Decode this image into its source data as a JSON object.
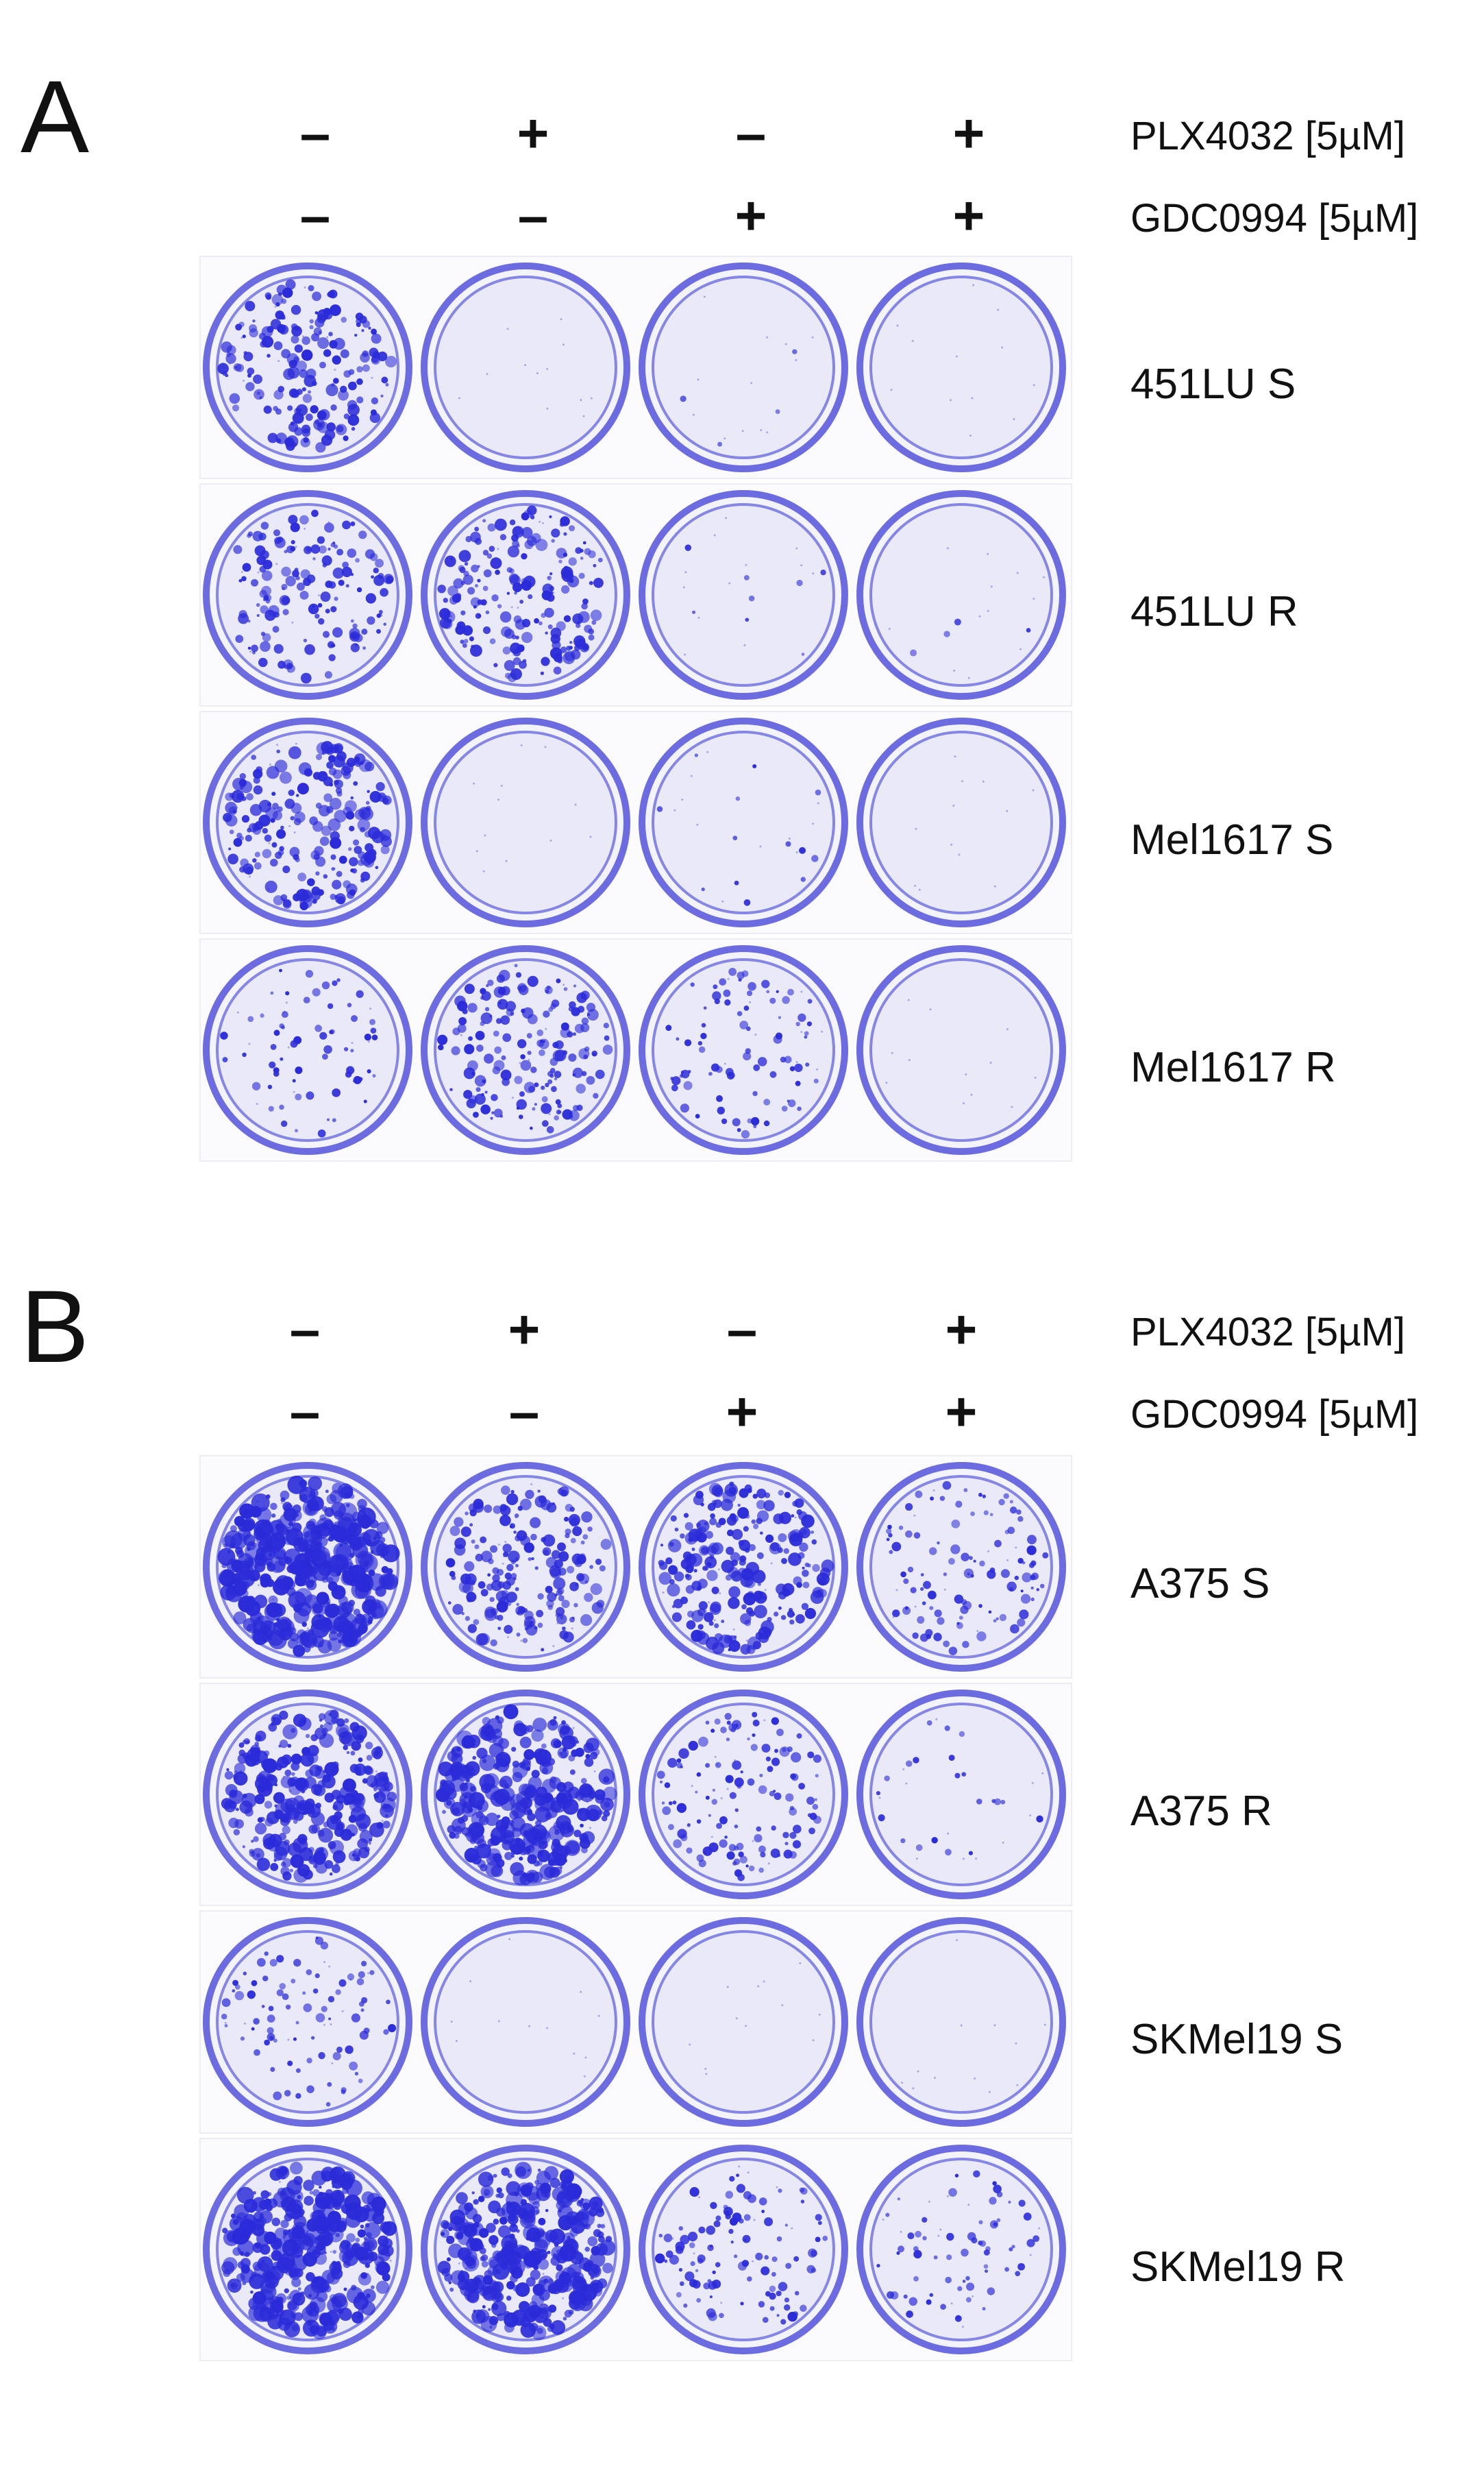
{
  "figure": {
    "panels": [
      {
        "letter": "A",
        "treatments": [
          {
            "label": "PLX4032 [5µM]",
            "signs": [
              "–",
              "+",
              "–",
              "+"
            ]
          },
          {
            "label": "GDC0994 [5µM]",
            "signs": [
              "–",
              "–",
              "+",
              "+"
            ]
          }
        ],
        "rows": [
          {
            "label": "451LU S",
            "colony_density": [
              0.45,
              0.0,
              0.01,
              0.0
            ]
          },
          {
            "label": "451LU R",
            "colony_density": [
              0.35,
              0.45,
              0.02,
              0.01
            ]
          },
          {
            "label": "Mel1617 S",
            "colony_density": [
              0.5,
              0.0,
              0.03,
              0.0
            ]
          },
          {
            "label": "Mel1617 R",
            "colony_density": [
              0.15,
              0.4,
              0.2,
              0.0
            ]
          }
        ]
      },
      {
        "letter": "B",
        "treatments": [
          {
            "label": "PLX4032 [5µM]",
            "signs": [
              "–",
              "+",
              "–",
              "+"
            ]
          },
          {
            "label": "GDC0994 [5µM]",
            "signs": [
              "–",
              "–",
              "+",
              "+"
            ]
          }
        ],
        "rows": [
          {
            "label": "A375 S",
            "colony_density": [
              1.0,
              0.45,
              0.55,
              0.25
            ]
          },
          {
            "label": "A375 R",
            "colony_density": [
              0.7,
              0.8,
              0.3,
              0.05
            ]
          },
          {
            "label": "SKMel19 S",
            "colony_density": [
              0.2,
              0.0,
              0.0,
              0.0
            ]
          },
          {
            "label": "SKMel19 R",
            "colony_density": [
              0.85,
              0.85,
              0.25,
              0.15
            ]
          }
        ]
      }
    ],
    "colors": {
      "stain": "#2b2bd9",
      "plate_rim": "#6c6ce0",
      "plate_fill": "#f3f3fc",
      "well_bg": "#e9e9f7"
    }
  }
}
